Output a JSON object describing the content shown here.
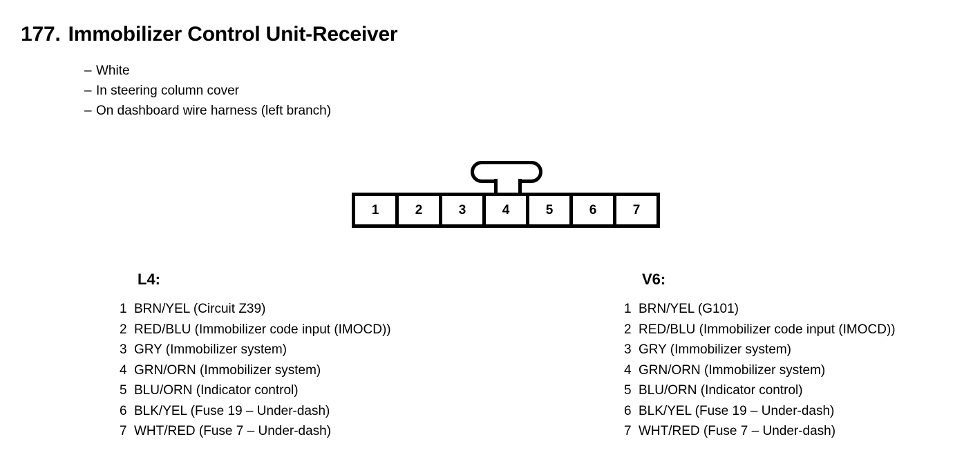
{
  "title": {
    "number": "177.",
    "name": "Immobilizer Control Unit-Receiver"
  },
  "notes": [
    {
      "dash": "–",
      "text": "White"
    },
    {
      "dash": "–",
      "text": "In steering column cover"
    },
    {
      "dash": "–",
      "text": "On dashboard wire harness (left branch)"
    }
  ],
  "connector": {
    "pins": [
      "1",
      "2",
      "3",
      "4",
      "5",
      "6",
      "7"
    ],
    "latch_position_pin": "4"
  },
  "lists": [
    {
      "heading": "L4:",
      "rows": [
        {
          "no": "1",
          "text": "BRN/YEL (Circuit Z39)"
        },
        {
          "no": "2",
          "text": "RED/BLU (Immobilizer code input (IMOCD))"
        },
        {
          "no": "3",
          "text": "GRY (Immobilizer system)"
        },
        {
          "no": "4",
          "text": "GRN/ORN (Immobilizer system)"
        },
        {
          "no": "5",
          "text": "BLU/ORN (Indicator control)"
        },
        {
          "no": "6",
          "text": "BLK/YEL (Fuse 19 – Under-dash)"
        },
        {
          "no": "7",
          "text": "WHT/RED (Fuse 7 – Under-dash)"
        }
      ]
    },
    {
      "heading": "V6:",
      "rows": [
        {
          "no": "1",
          "text": "BRN/YEL (G101)"
        },
        {
          "no": "2",
          "text": "RED/BLU (Immobilizer code input (IMOCD))"
        },
        {
          "no": "3",
          "text": "GRY (Immobilizer system)"
        },
        {
          "no": "4",
          "text": "GRN/ORN (Immobilizer system)"
        },
        {
          "no": "5",
          "text": "BLU/ORN (Indicator control)"
        },
        {
          "no": "6",
          "text": "BLK/YEL (Fuse 19 – Under-dash)"
        },
        {
          "no": "7",
          "text": "WHT/RED (Fuse 7 – Under-dash)"
        }
      ]
    }
  ],
  "colors": {
    "ink": "#000000",
    "paper": "#ffffff"
  }
}
